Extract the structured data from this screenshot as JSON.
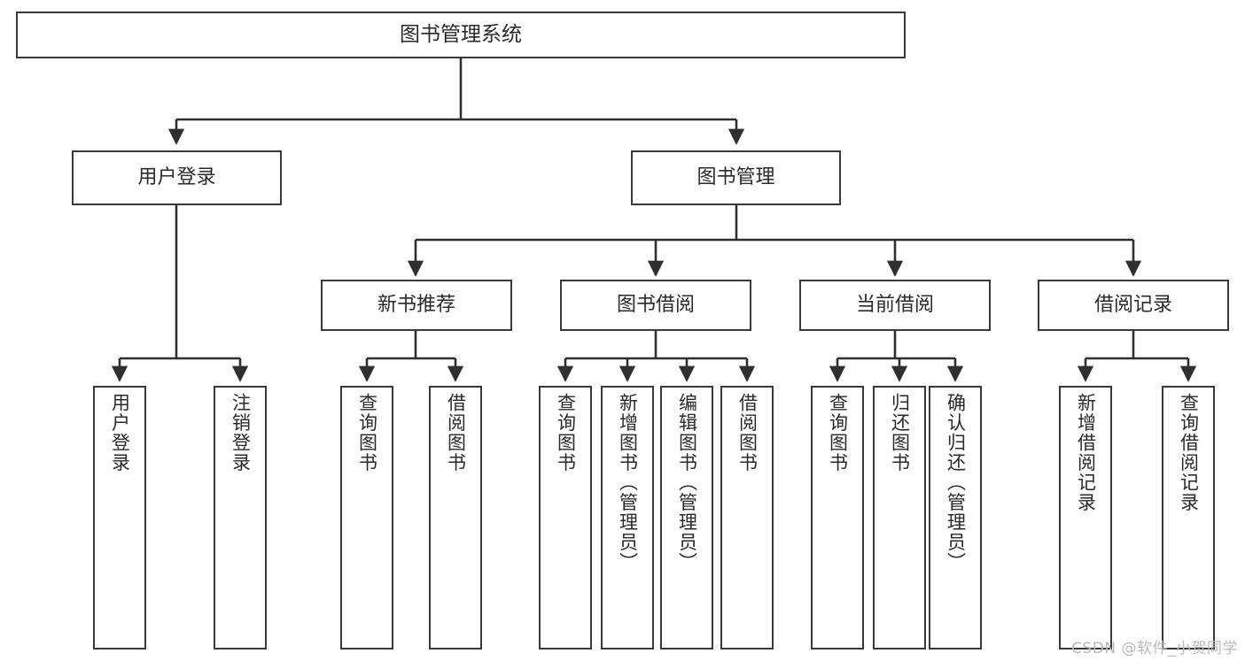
{
  "diagram": {
    "title": "图书管理系统",
    "type": "tree-hierarchy",
    "watermark": "CSDN @软件_小贺同学",
    "colors": {
      "box_border": "#3a3a3a",
      "box_fill": "#ffffff",
      "connector": "#2f2f2f",
      "text": "#2a2a2a",
      "watermark": "#b9b9b9"
    }
  },
  "nodes": {
    "root": {
      "label": "图书管理系统"
    },
    "level2": [
      {
        "label": "用户登录"
      },
      {
        "label": "图书管理"
      }
    ],
    "level3": [
      {
        "label": "新书推荐"
      },
      {
        "label": "图书借阅"
      },
      {
        "label": "当前借阅"
      },
      {
        "label": "借阅记录"
      }
    ],
    "leaves": {
      "user_login": [
        {
          "label": "用户登录"
        },
        {
          "label": "注销登录"
        }
      ],
      "new_book_recommend": [
        {
          "label": "查询图书"
        },
        {
          "label": "借阅图书"
        }
      ],
      "book_borrow": [
        {
          "label": "查询图书"
        },
        {
          "label": "新增图书（管理员）"
        },
        {
          "label": "编辑图书（管理员）"
        },
        {
          "label": "借阅图书"
        }
      ],
      "current_borrow": [
        {
          "label": "查询图书"
        },
        {
          "label": "归还图书"
        },
        {
          "label": "确认归还（管理员）"
        }
      ],
      "borrow_records": [
        {
          "label": "新增借阅记录"
        },
        {
          "label": "查询借阅记录"
        }
      ]
    }
  }
}
